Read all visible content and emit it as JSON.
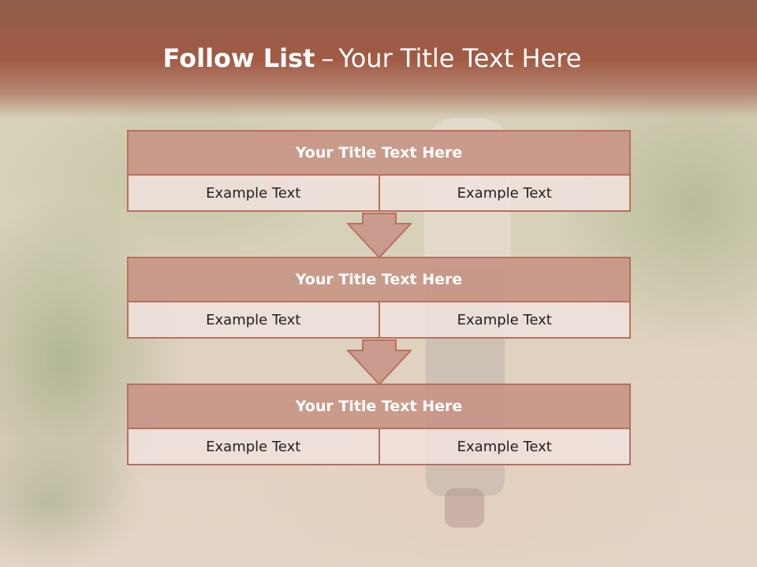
{
  "slide": {
    "title_bold": "Follow List",
    "title_separator": "–",
    "title_rest": "Your Title Text Here"
  },
  "stages": [
    {
      "title": "Your Title Text Here",
      "left": "Example Text",
      "right": "Example Text"
    },
    {
      "title": "Your Title Text Here",
      "left": "Example Text",
      "right": "Example Text"
    },
    {
      "title": "Your Title Text Here",
      "left": "Example Text",
      "right": "Example Text"
    }
  ],
  "colors": {
    "header": "#a15a44",
    "stage_border": "#b9705d",
    "stage_head": "#c8968b",
    "stage_cell": "#eee0dc",
    "arrow_fill": "#c8968b"
  },
  "icons": {
    "connector": "down-arrow-icon"
  }
}
